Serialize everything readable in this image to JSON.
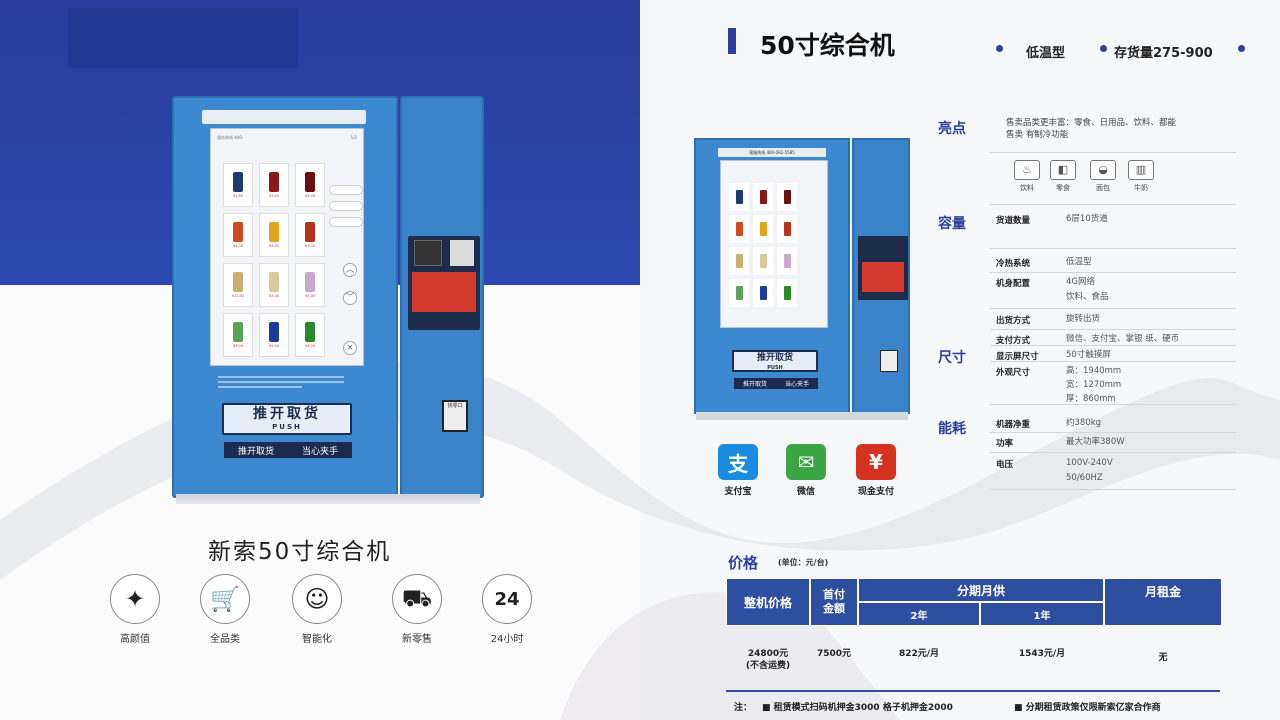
{
  "left": {
    "title": "新索50寸综合机",
    "machine": {
      "screen_header_left": "服务热线 400-",
      "screen_header_right": "1/2",
      "push_main": "推开取货",
      "push_sub": "PUSH",
      "push_label_left": "推开取货",
      "push_label_right": "当心夹手",
      "coin_label": "找零口",
      "products": [
        {
          "price": "¥2.80",
          "color": "#1f3a6e"
        },
        {
          "price": "¥3.00",
          "color": "#8a1a1a"
        },
        {
          "price": "¥3.00",
          "color": "#6b1010"
        },
        {
          "price": "¥4.00",
          "color": "#d04a1f"
        },
        {
          "price": "¥4.00",
          "color": "#e4a21c"
        },
        {
          "price": "¥3.00",
          "color": "#b8321c"
        },
        {
          "price": "¥12.00",
          "color": "#c8b070"
        },
        {
          "price": "¥3.00",
          "color": "#d9c99a"
        },
        {
          "price": "¥3.00",
          "color": "#c9a8d0"
        },
        {
          "price": "¥3.00",
          "color": "#5aa35a"
        },
        {
          "price": "¥3.00",
          "color": "#1d3a9e"
        },
        {
          "price": "¥3.00",
          "color": "#2a8a2a"
        }
      ]
    },
    "features": [
      {
        "icon": "magic-wand-icon",
        "glyph": "✦",
        "label": "高颜值"
      },
      {
        "icon": "cart-icon",
        "glyph": "🛒",
        "label": "全品类"
      },
      {
        "icon": "robot-icon",
        "glyph": "☺",
        "label": "智能化"
      },
      {
        "icon": "truck-icon",
        "glyph": "⛟",
        "label": "新零售"
      },
      {
        "icon": "24hr-icon",
        "glyph": "24",
        "label": "24小时"
      }
    ]
  },
  "right": {
    "title": "50寸综合机",
    "tags": [
      "低温型",
      "存货量275-900"
    ],
    "small_machine": {
      "top_text": "客服热线 400-082-5585",
      "push_main": "推开取货",
      "push_sub": "PUSH",
      "push_label_left": "推开取货",
      "push_label_right": "当心夹手"
    },
    "payments": [
      {
        "icon": "alipay-icon",
        "glyph": "支",
        "label": "支付宝",
        "color": "#1a8cdf"
      },
      {
        "icon": "wechat-icon",
        "glyph": "✉",
        "label": "微信",
        "color": "#3aa545"
      },
      {
        "icon": "cash-icon",
        "glyph": "¥",
        "label": "现金支付",
        "color": "#d5321f"
      }
    ],
    "sections": {
      "highlight": "亮点",
      "capacity": "容量",
      "size": "尺寸",
      "power": "能耗"
    },
    "highlight_text_1": "售卖品类更丰富：零食、日用品、饮料、都能",
    "highlight_text_2": "售卖 有制冷功能",
    "highlight_icons": [
      {
        "icon": "drink-icon",
        "glyph": "♨",
        "label": "饮料"
      },
      {
        "icon": "snack-icon",
        "glyph": "◧",
        "label": "零食"
      },
      {
        "icon": "bread-icon",
        "glyph": "◒",
        "label": "面包"
      },
      {
        "icon": "milk-icon",
        "glyph": "▥",
        "label": "牛奶"
      }
    ],
    "specs": [
      {
        "key": "货道数量",
        "value": "6层10货道"
      },
      {
        "key": "冷热系统",
        "value": "低温型"
      },
      {
        "key": "机身配置",
        "value": "4G网络"
      },
      {
        "key": "",
        "value": "饮料、食品"
      },
      {
        "key": "出货方式",
        "value": "旋转出货"
      },
      {
        "key": "支付方式",
        "value": "微信、支付宝、掌银  纸、硬币"
      },
      {
        "key": "显示屏尺寸",
        "value": "50寸触摸屏"
      },
      {
        "key": "外观尺寸",
        "value": "高：1940mm"
      },
      {
        "key": "",
        "value": "宽：1270mm"
      },
      {
        "key": "",
        "value": "厚：860mm"
      },
      {
        "key": "机器净重",
        "value": "约380kg"
      },
      {
        "key": "功率",
        "value": "最大功率380W"
      },
      {
        "key": "电压",
        "value": "100V-240V"
      },
      {
        "key": "",
        "value": "50/60HZ"
      }
    ],
    "price": {
      "title": "价格",
      "unit": "(单位：元/台)",
      "headers": {
        "full": "整机价格",
        "down": "首付\n金额",
        "installment": "分期月供",
        "y2": "2年",
        "y1": "1年",
        "rent": "月租金"
      },
      "row": {
        "full": "24800元",
        "full_note": "(不含运费)",
        "down": "7500元",
        "y2": "822元/月",
        "y1": "1543元/月",
        "rent": "无"
      },
      "note_prefix": "注：",
      "note_1": "■  租赁模式扫码机押金3000 格子机押金2000",
      "note_2": "■  分期租赁政策仅限新索亿家合作商"
    }
  }
}
